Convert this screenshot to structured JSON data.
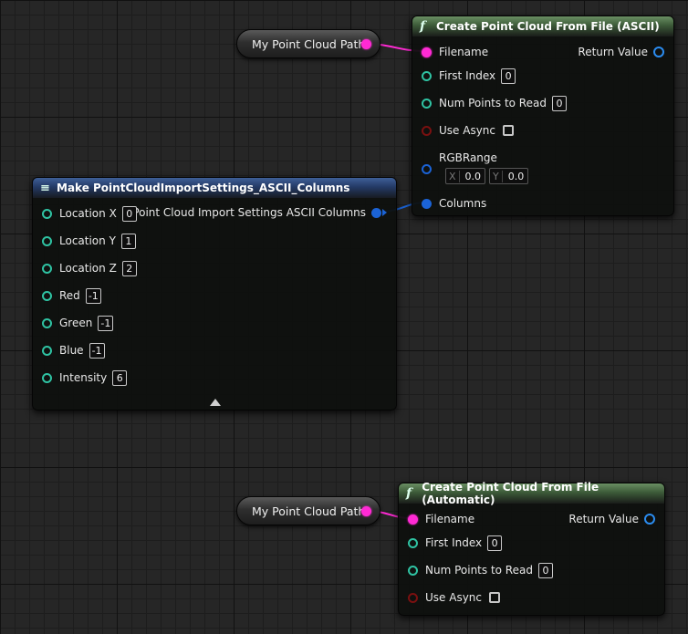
{
  "colors": {
    "string_pin": "#ff2ad4",
    "int_pin": "#2fc3a3",
    "struct_pin": "#1b63d6",
    "bool_pin": "#7a1010",
    "function_header": "#3c5a38",
    "make_header": "#243a66"
  },
  "var_node_top": {
    "label": "My Point Cloud Path"
  },
  "var_node_bottom": {
    "label": "My Point Cloud Path"
  },
  "node_ascii": {
    "icon": "f",
    "title": "Create Point Cloud From File (ASCII)",
    "pins": {
      "filename": "Filename",
      "return_value": "Return Value",
      "first_index": "First Index",
      "first_index_value": "0",
      "num_points": "Num Points to Read",
      "num_points_value": "0",
      "use_async": "Use Async",
      "rgb_range": "RGBRange",
      "rgb_x_label": "X",
      "rgb_x_value": "0.0",
      "rgb_y_label": "Y",
      "rgb_y_value": "0.0",
      "columns": "Columns"
    }
  },
  "node_make": {
    "icon": "make-struct-icon",
    "title": "Make PointCloudImportSettings_ASCII_Columns",
    "output": "Point Cloud Import Settings ASCII Columns",
    "inputs": [
      {
        "label": "Location X",
        "value": "0"
      },
      {
        "label": "Location Y",
        "value": "1"
      },
      {
        "label": "Location Z",
        "value": "2"
      },
      {
        "label": "Red",
        "value": "-1"
      },
      {
        "label": "Green",
        "value": "-1"
      },
      {
        "label": "Blue",
        "value": "-1"
      },
      {
        "label": "Intensity",
        "value": "6"
      }
    ]
  },
  "node_auto": {
    "icon": "f",
    "title": "Create Point Cloud From File (Automatic)",
    "pins": {
      "filename": "Filename",
      "return_value": "Return Value",
      "first_index": "First Index",
      "first_index_value": "0",
      "num_points": "Num Points to Read",
      "num_points_value": "0",
      "use_async": "Use Async"
    }
  }
}
